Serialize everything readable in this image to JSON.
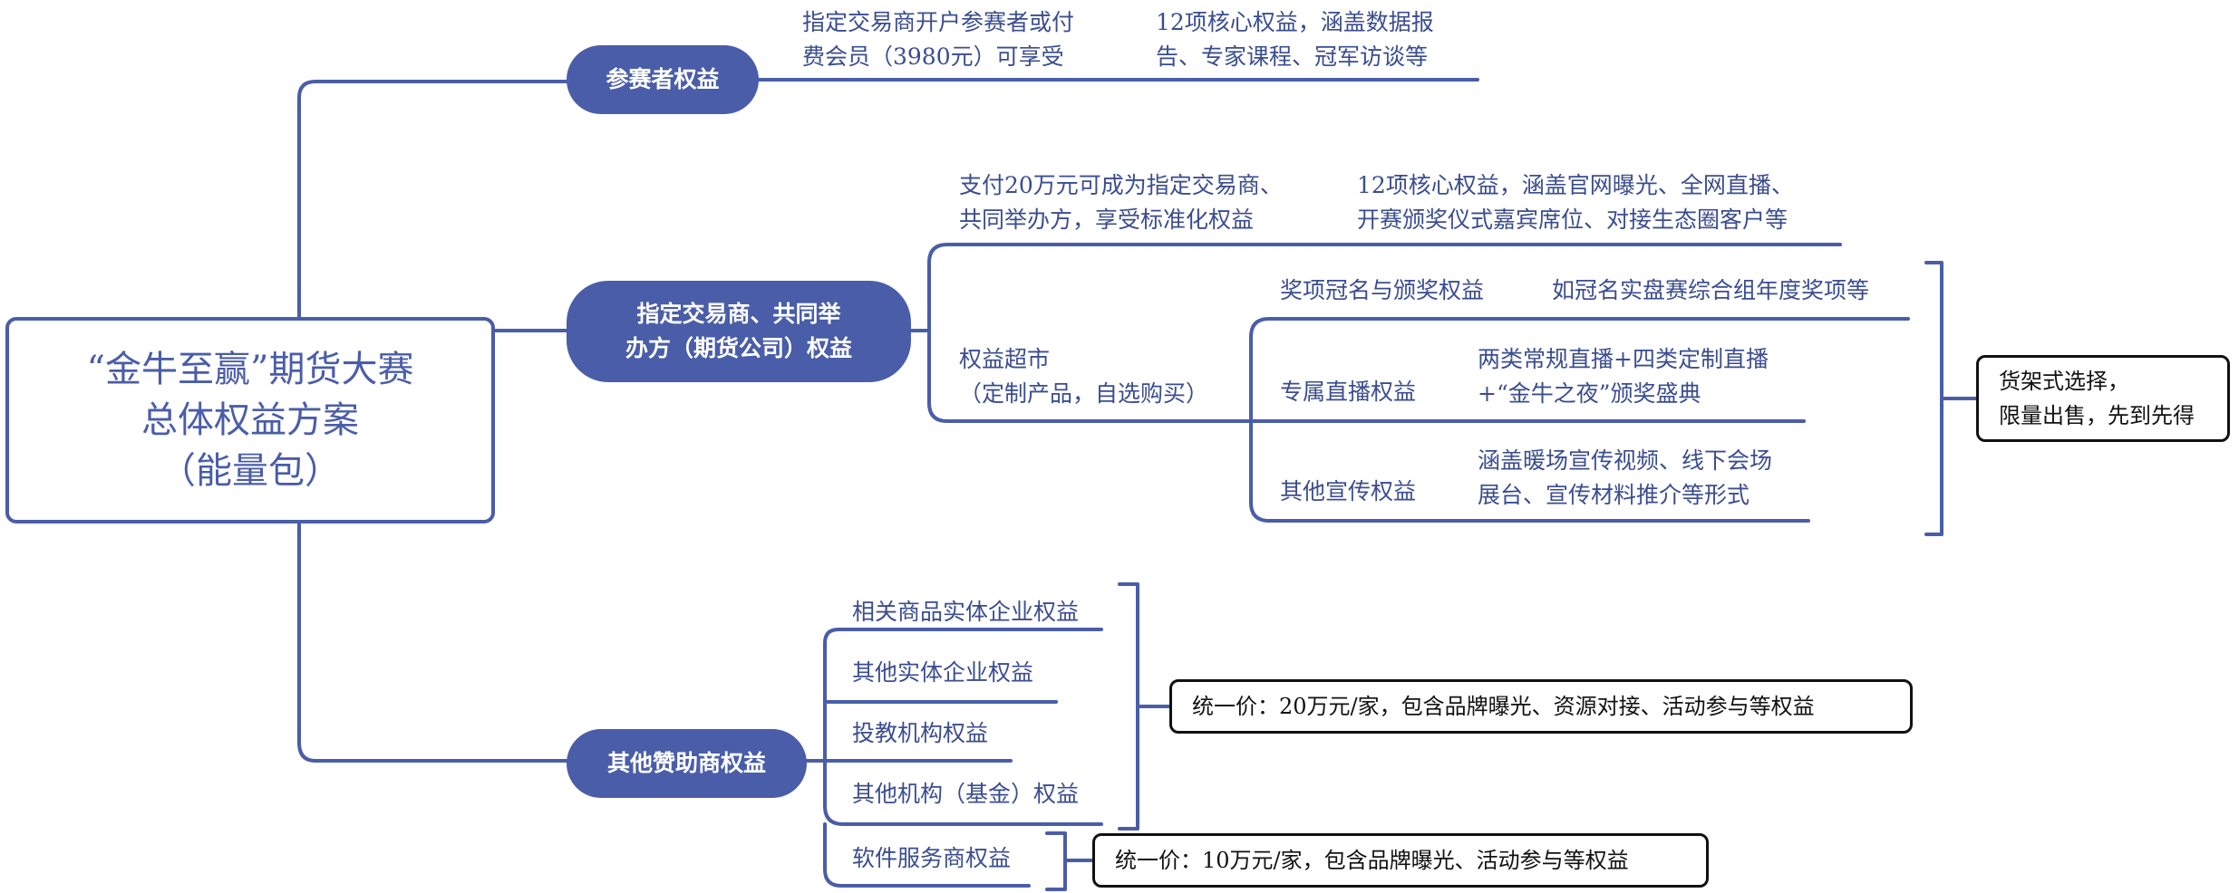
{
  "colors": {
    "primary": "#4a5da8",
    "text": "#3b4d8f",
    "note_border": "#111111"
  },
  "root": {
    "lines": [
      "“金牛至赢”期货大赛",
      "总体权益方案",
      "（能量包）"
    ]
  },
  "branches": {
    "participant": {
      "label": "参赛者权益",
      "desc": [
        "指定交易商开户参赛者或付",
        "费会员（3980元）可享受"
      ],
      "detail": [
        "12项核心权益，涵盖数据报",
        "告、专家课程、冠军访谈等"
      ]
    },
    "broker": {
      "label": [
        "指定交易商、共同举",
        "办方（期货公司）权益"
      ],
      "standard": {
        "desc": [
          "支付20万元可成为指定交易商、",
          "共同举办方，享受标准化权益"
        ],
        "detail": [
          "12项核心权益，涵盖官网曝光、全网直播、",
          "开赛颁奖仪式嘉宾席位、对接生态圈客户等"
        ]
      },
      "supermarket": {
        "label": [
          "权益超市",
          "（定制产品，自选购买）"
        ],
        "items": [
          {
            "name": [
              "奖项冠名与颁奖权益"
            ],
            "detail": [
              "如冠名实盘赛综合组年度奖项等"
            ]
          },
          {
            "name": [
              "专属直播权益"
            ],
            "detail": [
              "两类常规直播+四类定制直播",
              "+“金牛之夜”颁奖盛典"
            ]
          },
          {
            "name": [
              "其他宣传权益"
            ],
            "detail": [
              "涵盖暖场宣传视频、线下会场",
              "展台、宣传材料推介等形式"
            ]
          }
        ],
        "note": [
          "货架式选择，",
          "限量出售，先到先得"
        ]
      }
    },
    "sponsor": {
      "label": "其他赞助商权益",
      "group1": [
        "相关商品实体企业权益",
        "其他实体企业权益",
        "投教机构权益",
        "其他机构（基金）权益"
      ],
      "group1_note": "统一价：20万元/家，包含品牌曝光、资源对接、活动参与等权益",
      "group2": [
        "软件服务商权益"
      ],
      "group2_note": "统一价：10万元/家，包含品牌曝光、活动参与等权益"
    }
  }
}
